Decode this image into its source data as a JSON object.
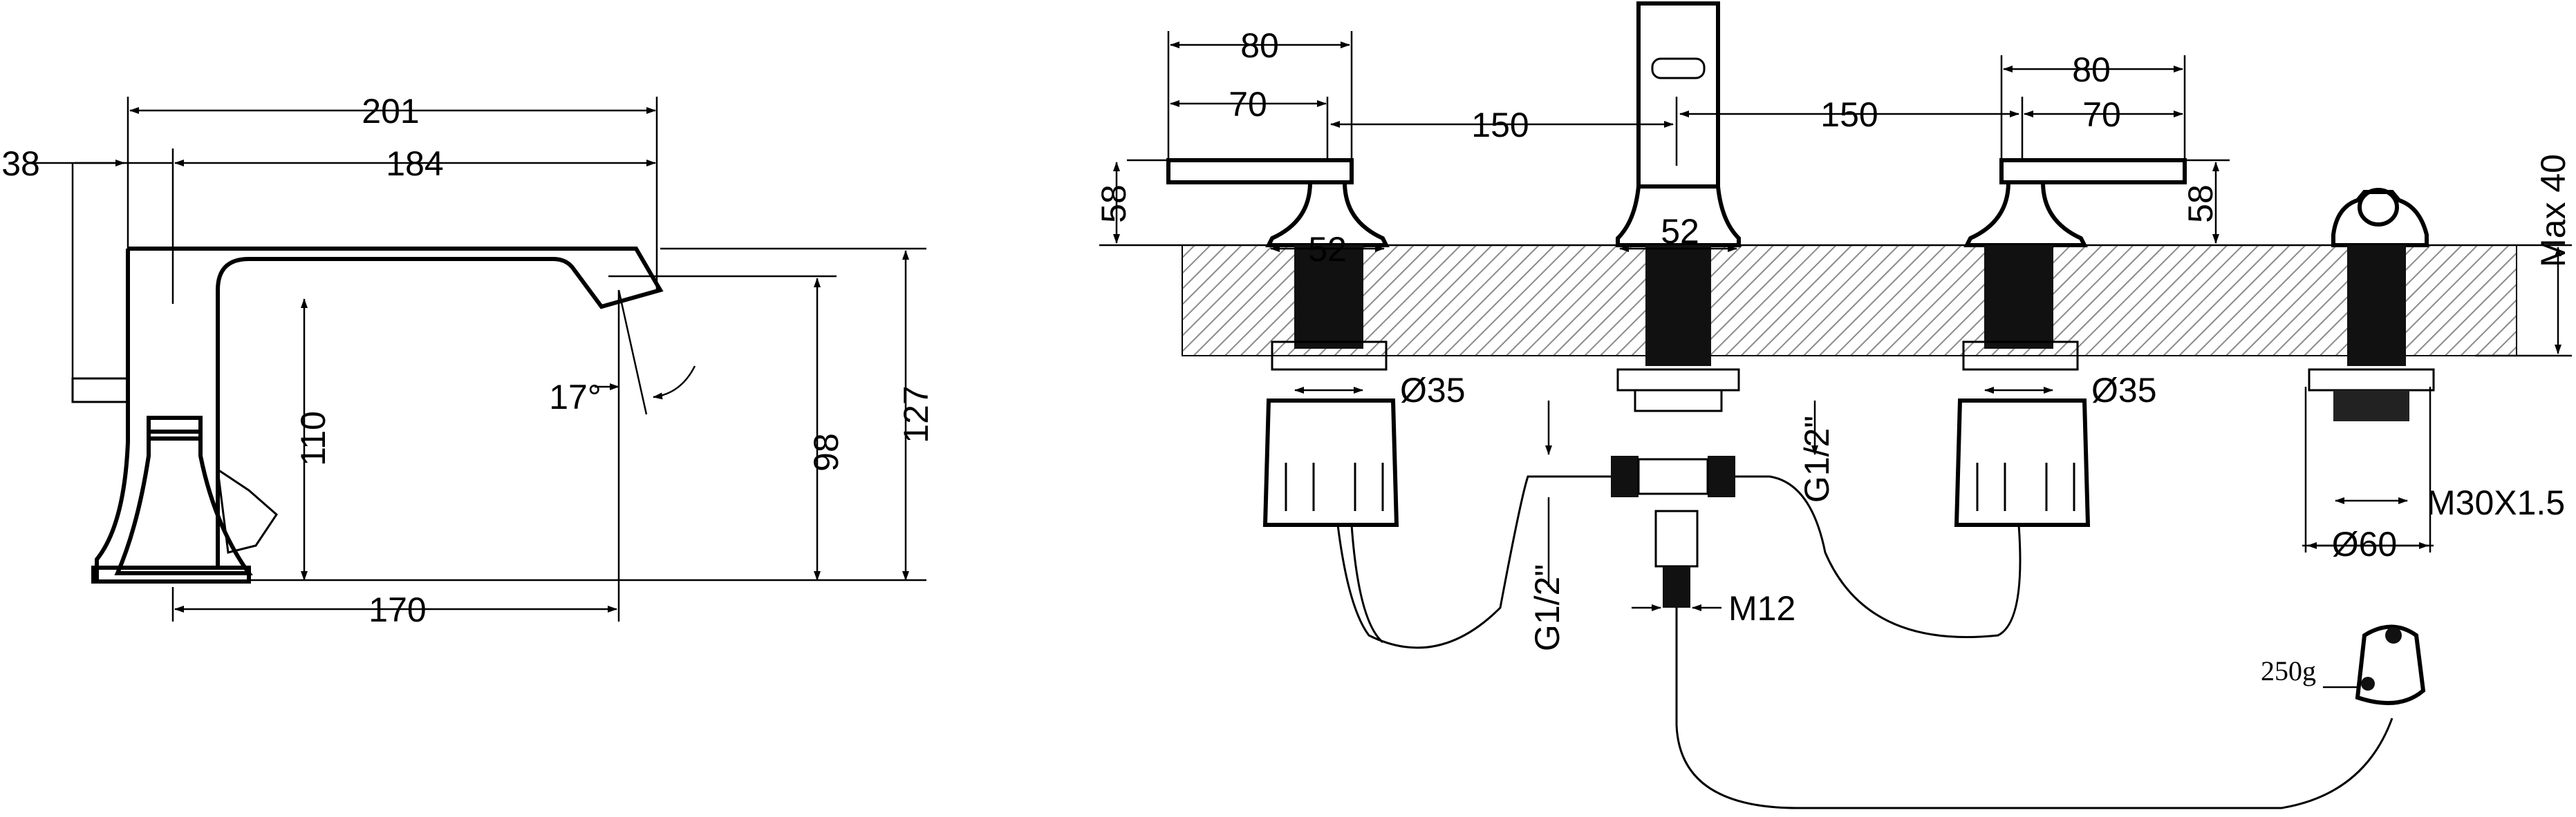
{
  "side_view": {
    "dim_201": "201",
    "dim_184": "184",
    "dim_38": "38",
    "dim_110": "110",
    "dim_98": "98",
    "dim_127": "127",
    "dim_170": "170",
    "angle_17": "17°"
  },
  "front_view": {
    "dim_80_left": "80",
    "dim_70_left": "70",
    "dim_150_left": "150",
    "dim_150_right": "150",
    "dim_80_right": "80",
    "dim_70_right": "70",
    "dim_58_left": "58",
    "dim_58_right": "58",
    "dim_52_left": "52",
    "dim_52_center": "52",
    "dim_max40": "Max 40",
    "dim_d35_left": "Ø35",
    "dim_d35_right": "Ø35",
    "thread_g12_left": "G1/2\"",
    "thread_g12_right": "G1/2\"",
    "thread_m12": "M12",
    "thread_m30": "M30X1.5",
    "dim_d60": "Ø60",
    "weight_label": "250g"
  }
}
